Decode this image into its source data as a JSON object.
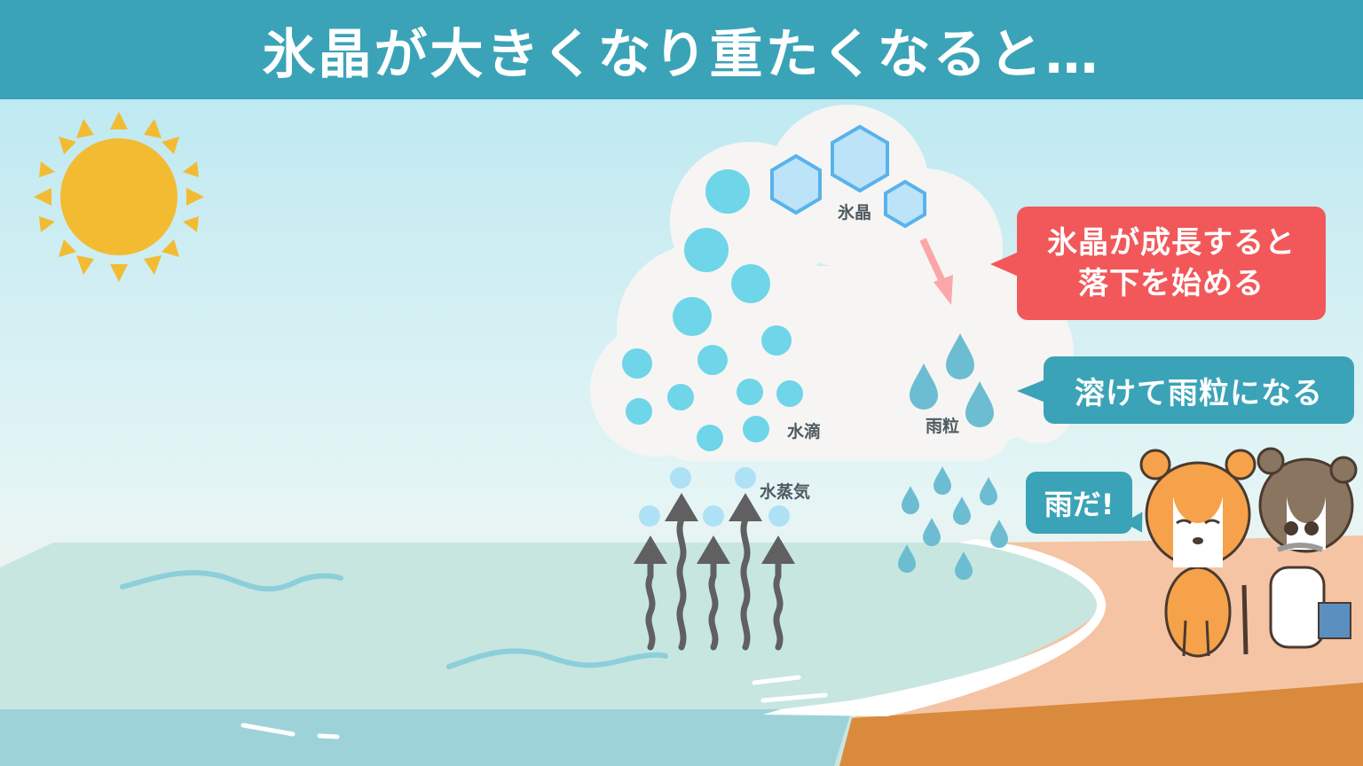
{
  "header": {
    "title": "氷晶が大きくなり重たくなると…"
  },
  "labels": {
    "ice_crystal": "氷晶",
    "water_droplet": "水滴",
    "raindrop": "雨粒",
    "water_vapor": "水蒸気"
  },
  "callouts": {
    "falling": {
      "line1": "氷晶が成長すると",
      "line2": "落下を始める"
    },
    "melting": "溶けて雨粒になる",
    "rain": "雨だ!"
  },
  "colors": {
    "header": "#3ba3b7",
    "sky_top": "#bfe9f1",
    "sun": "#f3bb32",
    "cloud": "#f6f5f3",
    "droplet": "#6fd5e8",
    "ice": "#bde3f9",
    "rain": "#6cbdd1",
    "sea": "#c7e6e0",
    "sand": "#f5c4a4",
    "callout_red": "#f2585a",
    "callout_teal": "#3ba3b7"
  }
}
